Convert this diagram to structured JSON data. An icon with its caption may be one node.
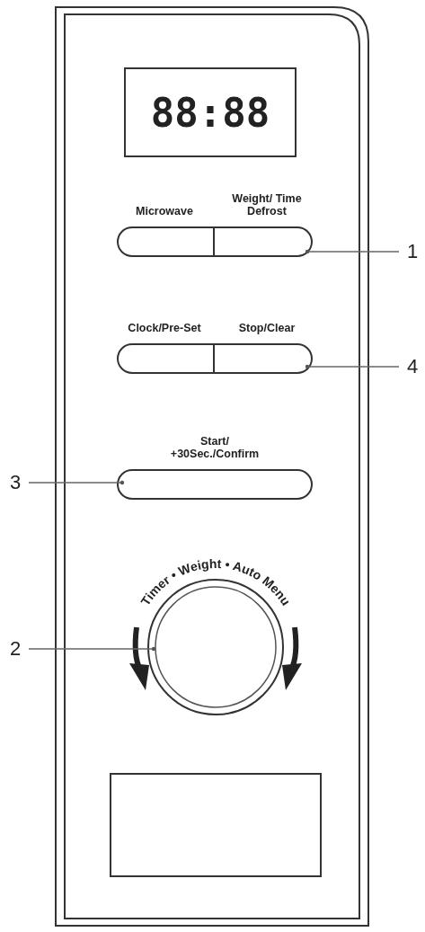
{
  "diagram": {
    "nodes": [
      {
        "text": [
          "88:88"
        ]
      },
      {
        "text": [
          "Microwave"
        ]
      },
      {
        "text": [
          "Weight/ Time Defrost"
        ]
      },
      {
        "text": [
          "1"
        ]
      },
      {
        "text": [
          "Clock/Pre-Set"
        ]
      },
      {
        "text": [
          "Stop/Clear"
        ]
      },
      {
        "text": [
          "4"
        ]
      },
      {
        "text": [
          "3"
        ]
      },
      {
        "text": [
          "Start/ +30Sec./Confirm"
        ]
      },
      {
        "text": [
          "2"
        ]
      },
      {
        "text": [
          "Timer • Weight • Auto Menu"
        ]
      },
      {
        "text": [],
        "shape": "box"
      }
    ],
    "edges": [
      {
        "from": 3,
        "to": 2,
        "arrow": "other"
      },
      {
        "from": 6,
        "to": 5,
        "arrow": "other"
      },
      {
        "from": 7,
        "to": 8,
        "arrow": "other"
      },
      {
        "from": 9,
        "to": 10,
        "arrow": "other"
      }
    ]
  }
}
